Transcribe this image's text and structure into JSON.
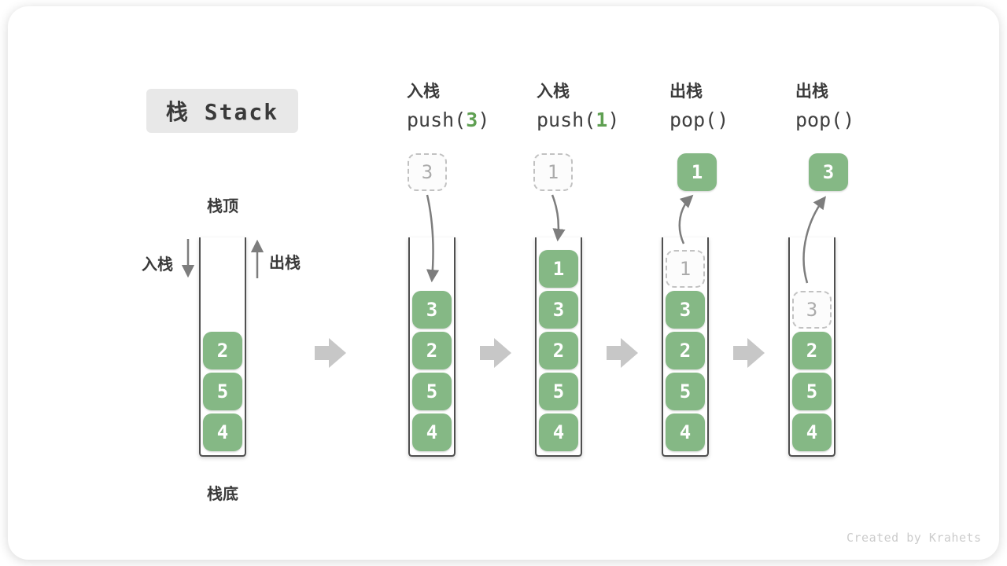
{
  "title": "栈 Stack",
  "watermark": "Created by Krahets",
  "stack_labels": {
    "top": "栈顶",
    "bottom": "栈底",
    "push_side": "入栈",
    "pop_side": "出栈"
  },
  "colors": {
    "cell_green": "#85b885",
    "code_green": "#5fa052",
    "arrow_gray": "#7d7d7d",
    "block_arrow_gray": "#c7c7c7",
    "dashed_border": "#c2c2c2",
    "dashed_text": "#ababab",
    "title_bg": "#e8e8e8",
    "text_dark": "#3a3a3a"
  },
  "columns": [
    {
      "name": "initial-stack",
      "cells": [
        {
          "row": 2,
          "value": "2",
          "style": "solid"
        },
        {
          "row": 3,
          "value": "5",
          "style": "solid"
        },
        {
          "row": 4,
          "value": "4",
          "style": "solid"
        }
      ]
    },
    {
      "name": "after-push-3",
      "op": {
        "line1": "入栈",
        "code_pre": "push(",
        "code_arg": "3",
        "code_post": ")"
      },
      "floating": {
        "value": "3",
        "style": "dashed"
      },
      "cells": [
        {
          "row": 1,
          "value": "3",
          "style": "solid"
        },
        {
          "row": 2,
          "value": "2",
          "style": "solid"
        },
        {
          "row": 3,
          "value": "5",
          "style": "solid"
        },
        {
          "row": 4,
          "value": "4",
          "style": "solid"
        }
      ]
    },
    {
      "name": "after-push-1",
      "op": {
        "line1": "入栈",
        "code_pre": "push(",
        "code_arg": "1",
        "code_post": ")"
      },
      "floating": {
        "value": "1",
        "style": "dashed"
      },
      "cells": [
        {
          "row": 0,
          "value": "1",
          "style": "solid"
        },
        {
          "row": 1,
          "value": "3",
          "style": "solid"
        },
        {
          "row": 2,
          "value": "2",
          "style": "solid"
        },
        {
          "row": 3,
          "value": "5",
          "style": "solid"
        },
        {
          "row": 4,
          "value": "4",
          "style": "solid"
        }
      ]
    },
    {
      "name": "after-pop-1",
      "op": {
        "line1": "出栈",
        "code_pre": "pop(",
        "code_arg": "",
        "code_post": ")"
      },
      "floating": {
        "value": "1",
        "style": "solid"
      },
      "cells": [
        {
          "row": 0,
          "value": "1",
          "style": "dashed"
        },
        {
          "row": 1,
          "value": "3",
          "style": "solid"
        },
        {
          "row": 2,
          "value": "2",
          "style": "solid"
        },
        {
          "row": 3,
          "value": "5",
          "style": "solid"
        },
        {
          "row": 4,
          "value": "4",
          "style": "solid"
        }
      ]
    },
    {
      "name": "after-pop-3",
      "op": {
        "line1": "出栈",
        "code_pre": "pop(",
        "code_arg": "",
        "code_post": ")"
      },
      "floating": {
        "value": "3",
        "style": "solid"
      },
      "cells": [
        {
          "row": 1,
          "value": "3",
          "style": "dashed"
        },
        {
          "row": 2,
          "value": "2",
          "style": "solid"
        },
        {
          "row": 3,
          "value": "5",
          "style": "solid"
        },
        {
          "row": 4,
          "value": "4",
          "style": "solid"
        }
      ]
    }
  ]
}
